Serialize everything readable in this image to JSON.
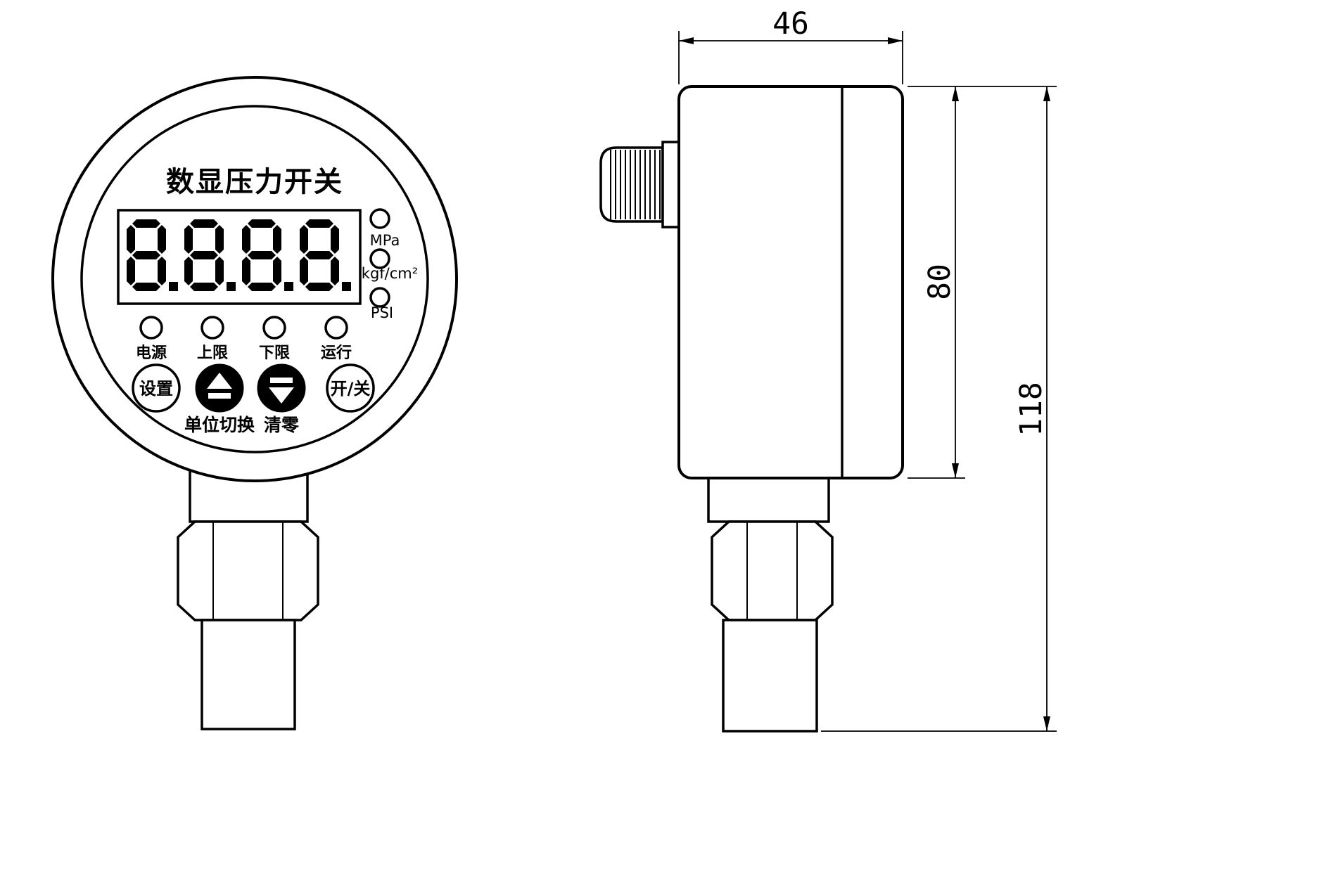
{
  "drawing": {
    "front": {
      "title": "数显压力开关",
      "display_value": "8.8.8.8.",
      "unit_labels": [
        "MPa",
        "kgf/cm²",
        "PSI"
      ],
      "led_labels": [
        "电源",
        "上限",
        "下限",
        "运行"
      ],
      "set_button": "设置",
      "power_button": "开/关",
      "up_sublabel": "单位切换",
      "down_sublabel": "清零"
    },
    "side": {
      "dim_width": "46",
      "dim_body_height": "80",
      "dim_total_height": "118"
    },
    "colors": {
      "line": "#000000",
      "background": "#ffffff"
    }
  }
}
